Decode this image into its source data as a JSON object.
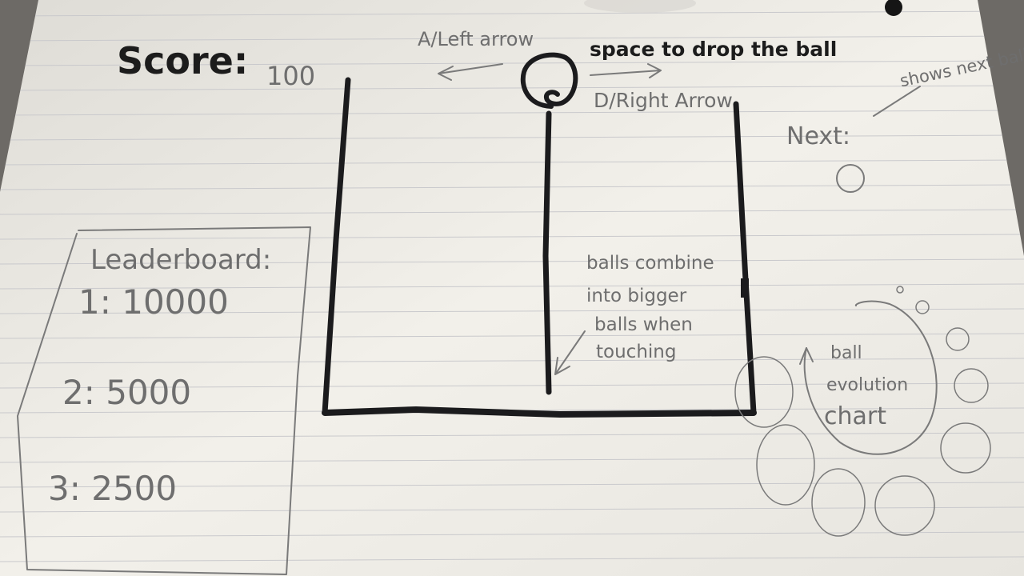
{
  "score": {
    "label": "Score:",
    "value": "100"
  },
  "controls": {
    "left": "A/Left arrow",
    "right": "D/Right Arrow",
    "drop": "space to drop the ball"
  },
  "next": {
    "label": "Next:",
    "note": "shows next ball"
  },
  "leaderboard": {
    "title": "Leaderboard:",
    "entries": [
      "1: 10000",
      "2: 5000",
      "3: 2500"
    ]
  },
  "notes": {
    "combine": [
      "balls combine",
      "into bigger",
      "balls when",
      "touching"
    ],
    "evolution": [
      "ball",
      "evolution",
      "chart"
    ]
  },
  "colors": {
    "ink": "#1b1b1d",
    "pencil": "#6e6e6e",
    "paper": "#f3f1ec"
  }
}
